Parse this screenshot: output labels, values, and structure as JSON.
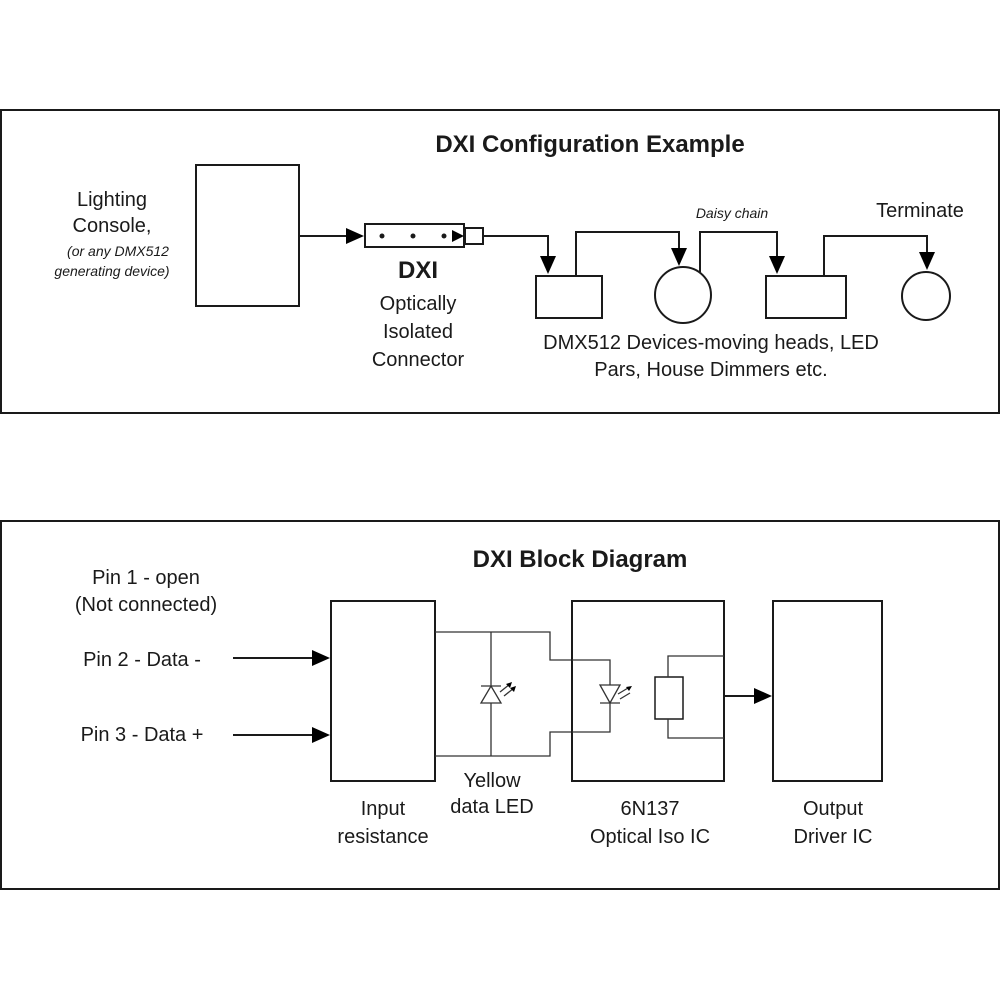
{
  "config": {
    "title": "DXI Configuration Example",
    "console_label": [
      "Lighting",
      "Console,"
    ],
    "console_note": [
      "(or any DMX512",
      "generating device)"
    ],
    "dxi_label": "DXI",
    "dxi_desc": [
      "Optically",
      "Isolated",
      "Connector"
    ],
    "daisy_chain": "Daisy chain",
    "terminate": "Terminate",
    "devices_label": [
      "DMX512 Devices-moving heads, LED",
      "Pars, House Dimmers etc."
    ]
  },
  "block": {
    "title": "DXI Block Diagram",
    "pin1": [
      "Pin 1 -  open",
      "(Not connected)"
    ],
    "pin2": "Pin 2 - Data -",
    "pin3": "Pin 3 - Data +",
    "input_label": [
      "Input",
      "resistance"
    ],
    "led_label": [
      "Yellow",
      "data LED"
    ],
    "iso_label": [
      "6N137",
      "Optical Iso IC"
    ],
    "output_label": [
      "Output",
      "Driver IC"
    ]
  }
}
